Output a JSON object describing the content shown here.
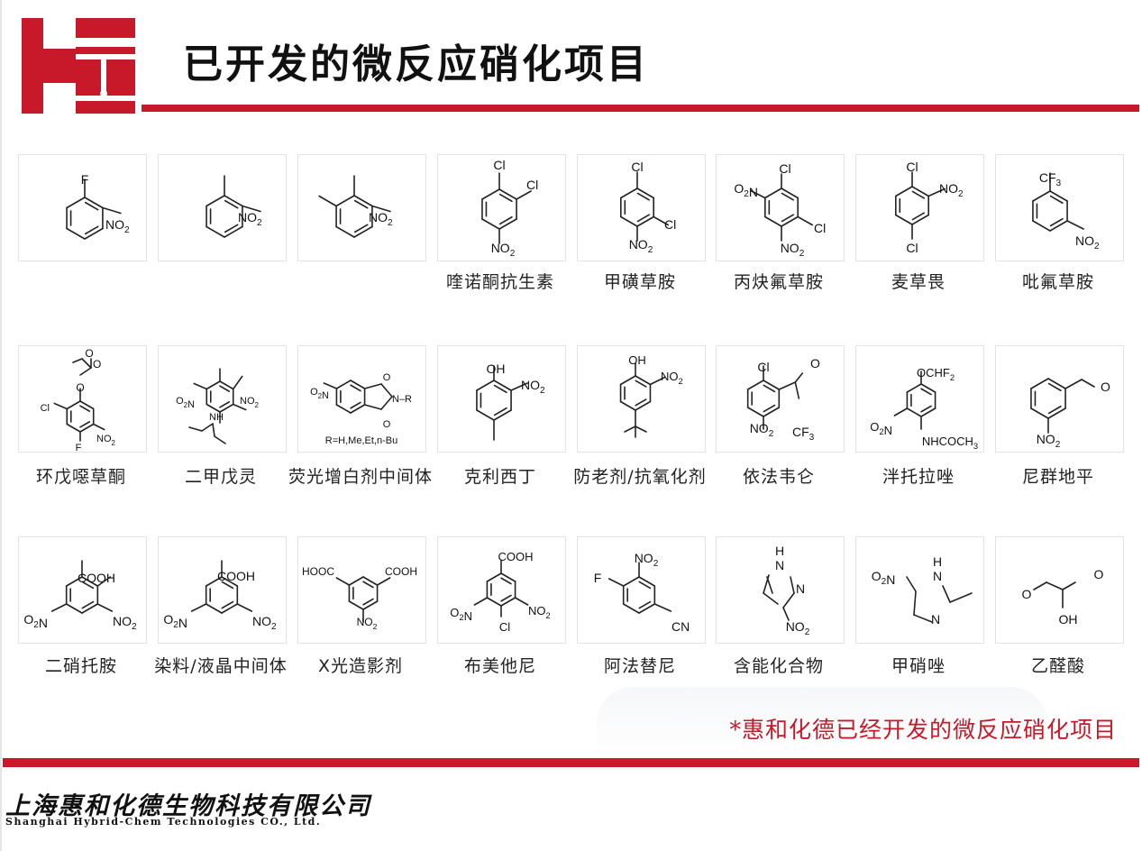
{
  "header": {
    "title": "已开发的微反应硝化项目",
    "logo_letters": "HT"
  },
  "colors": {
    "accent": "#c8192a",
    "text": "#222222",
    "cell_border": "#e3e3e3"
  },
  "compounds": [
    {
      "name": "",
      "labels": [
        "F",
        "NO2"
      ]
    },
    {
      "name": "",
      "labels": [
        "NO2"
      ]
    },
    {
      "name": "",
      "labels": [
        "NO2"
      ]
    },
    {
      "name": "喹诺酮抗生素",
      "labels": [
        "Cl",
        "Cl",
        "NO2"
      ]
    },
    {
      "name": "甲磺草胺",
      "labels": [
        "Cl",
        "Cl",
        "NO2"
      ]
    },
    {
      "name": "丙炔氟草胺",
      "labels": [
        "O2N",
        "Cl",
        "Cl",
        "NO2"
      ]
    },
    {
      "name": "麦草畏",
      "labels": [
        "Cl",
        "NO2",
        "Cl"
      ]
    },
    {
      "name": "吡氟草胺",
      "labels": [
        "CF3",
        "NO2"
      ]
    },
    {
      "name": "环戊噁草酮",
      "labels": [
        "O",
        "O",
        "O",
        "Cl",
        "NO2",
        "F"
      ]
    },
    {
      "name": "二甲戊灵",
      "labels": [
        "O2N",
        "NO2",
        "NH"
      ]
    },
    {
      "name": "荧光增白剂中间体",
      "labels": [
        "O2N",
        "O",
        "N–R",
        "O",
        "R=H,Me,Et,n-Bu"
      ]
    },
    {
      "name": "克利西丁",
      "labels": [
        "OH",
        "NO2"
      ]
    },
    {
      "name": "防老剂/抗氧化剂",
      "labels": [
        "OH",
        "NO2"
      ]
    },
    {
      "name": "依法韦仑",
      "labels": [
        "Cl",
        "O",
        "NO2",
        "CF3"
      ]
    },
    {
      "name": "泮托拉唑",
      "labels": [
        "OCHF2",
        "O2N",
        "NHCOCH3"
      ]
    },
    {
      "name": "尼群地平",
      "labels": [
        "O",
        "NO2"
      ]
    },
    {
      "name": "二硝托胺",
      "labels": [
        "COOH",
        "O2N",
        "NO2"
      ]
    },
    {
      "name": "染料/液晶中间体",
      "labels": [
        "COOH",
        "O2N",
        "NO2"
      ]
    },
    {
      "name": "X光造影剂",
      "labels": [
        "HOOC",
        "COOH",
        "NO2"
      ]
    },
    {
      "name": "布美他尼",
      "labels": [
        "COOH",
        "O2N",
        "NO2",
        "Cl"
      ]
    },
    {
      "name": "阿法替尼",
      "labels": [
        "NO2",
        "F",
        "CN"
      ]
    },
    {
      "name": "含能化合物",
      "labels": [
        "H",
        "N",
        "N",
        "NO2"
      ]
    },
    {
      "name": "甲硝唑",
      "labels": [
        "O2N",
        "H",
        "N",
        "N"
      ]
    },
    {
      "name": "乙醛酸",
      "labels": [
        "O",
        "O",
        "OH"
      ]
    }
  ],
  "footer": {
    "note": "*惠和化德已经开发的微反应硝化项目",
    "company_cn": "上海惠和化德生物科技有限公司",
    "company_en": "Shanghai Hybrid-Chem Technologies CO., Ltd."
  }
}
